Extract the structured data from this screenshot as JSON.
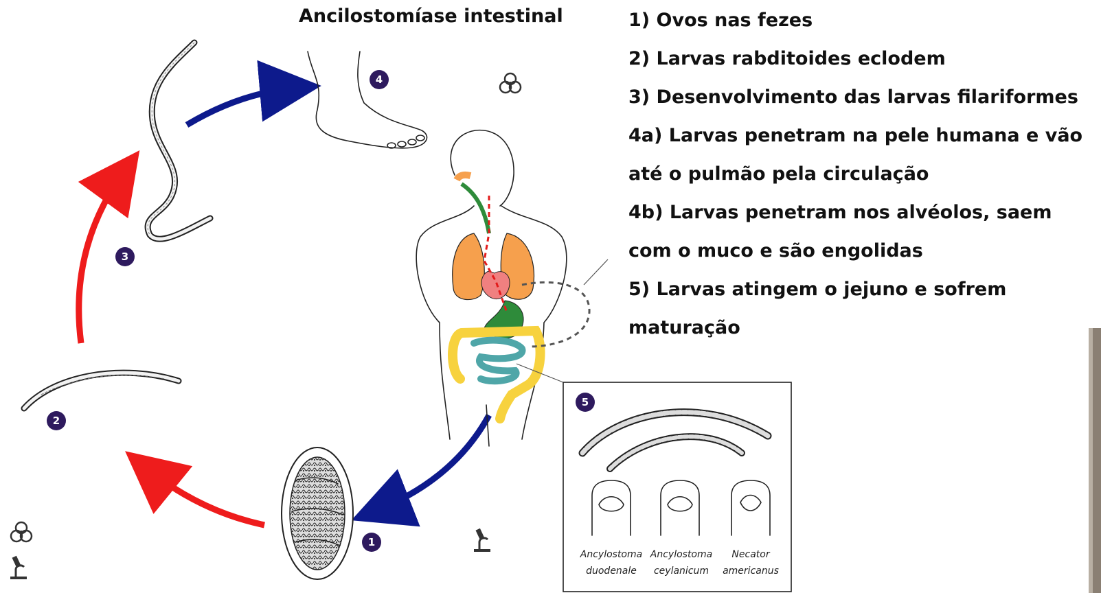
{
  "title": "Ancilostomíase intestinal",
  "legend": [
    "1) Ovos nas fezes",
    "2) Larvas rabditoides eclodem",
    "3) Desenvolvimento das larvas filariformes",
    "4a) Larvas penetram na pele humana e vão",
    "até o pulmão pela circulação",
    "4b) Larvas penetram nos alvéolos, saem",
    "com o muco e são engolidas",
    "5) Larvas atingem o jejuno e sofrem",
    "maturação"
  ],
  "stage_badges": [
    "1",
    "2",
    "3",
    "4",
    "5"
  ],
  "species": [
    {
      "genus": "Ancylostoma",
      "epithet": "duodenale"
    },
    {
      "genus": "Ancylostoma",
      "epithet": "ceylanicum"
    },
    {
      "genus": "Necator",
      "epithet": "americanus"
    }
  ],
  "icons": [
    "biohazard-icon",
    "microscope-icon"
  ],
  "colors": {
    "badge": "#2e1a5e",
    "infective_arrow": "#0d1a8c",
    "free_living_arrow": "#ee1c1c",
    "lungs": "#f6a04d",
    "heart": "#f08080",
    "stomach": "#2e8b3a",
    "small_intestine": "#4fa6a8",
    "large_intestine": "#f7d23e"
  }
}
